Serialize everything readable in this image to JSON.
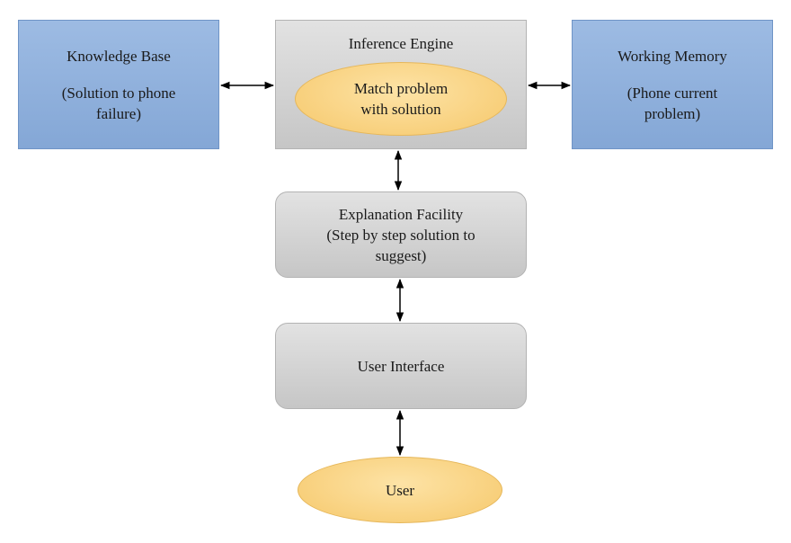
{
  "knowledge_base": {
    "title": "Knowledge Base",
    "desc_line1": "(Solution to phone",
    "desc_line2": "failure)"
  },
  "inference_engine": {
    "title": "Inference Engine",
    "match_line1": "Match problem",
    "match_line2": "with solution"
  },
  "working_memory": {
    "title": "Working Memory",
    "desc_line1": "(Phone current",
    "desc_line2": "problem)"
  },
  "explanation_facility": {
    "line1": "Explanation Facility",
    "line2": "(Step by step solution to",
    "line3": "suggest)"
  },
  "user_interface": {
    "label": "User Interface"
  },
  "user": {
    "label": "User"
  },
  "colors": {
    "blue_box": "#8fb0dc",
    "gray_box": "#d3d3d3",
    "ellipse": "#f9d385",
    "arrow": "#000000"
  }
}
